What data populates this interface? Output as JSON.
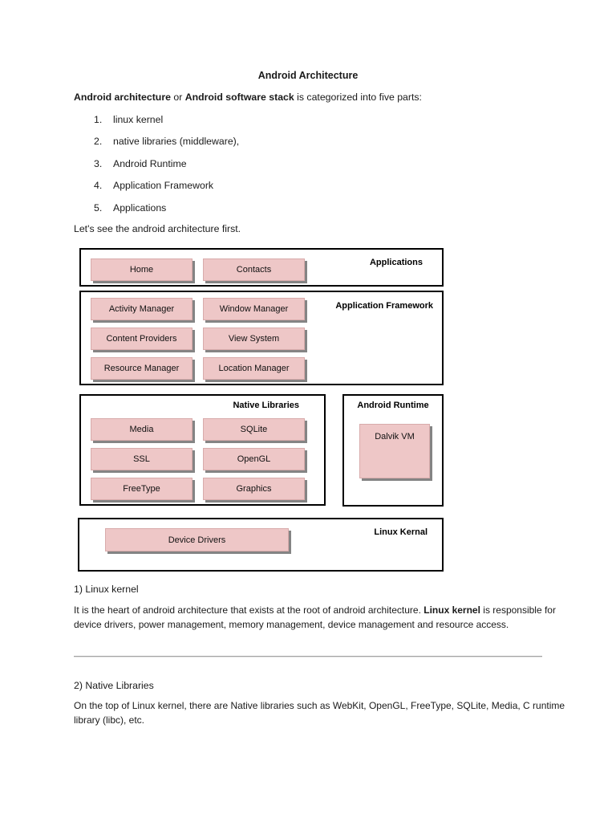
{
  "page": {
    "title": "Android Architecture"
  },
  "intro": {
    "bold1": "Android architecture",
    "sep": " or ",
    "bold2": "Android software stack",
    "rest": " is categorized into five parts:"
  },
  "list": {
    "items": [
      {
        "num": "1.",
        "label": "linux kernel"
      },
      {
        "num": "2.",
        "label": "native libraries (middleware),"
      },
      {
        "num": "3.",
        "label": "Android Runtime"
      },
      {
        "num": "4.",
        "label": "Application Framework"
      },
      {
        "num": "5.",
        "label": "Applications"
      }
    ]
  },
  "leadin": {
    "text": "Let's see the android architecture first."
  },
  "diagram": {
    "applications": {
      "label": "Applications",
      "buttons": [
        "Home",
        "Contacts"
      ]
    },
    "application_framework": {
      "label": "Application Framework",
      "buttons": [
        "Activity Manager",
        "Window Manager",
        "Content Providers",
        "View System",
        "Resource Manager",
        "Location Manager"
      ]
    },
    "native_libraries": {
      "label": "Native Libraries",
      "buttons": [
        "Media",
        "SQLite",
        "SSL",
        "OpenGL",
        "FreeType",
        "Graphics"
      ]
    },
    "android_runtime": {
      "label": "Android Runtime",
      "buttons": [
        "Dalvik VM"
      ]
    },
    "linux_kernel": {
      "label": "Linux Kernal",
      "buttons": [
        "Device Drivers"
      ]
    },
    "colors": {
      "block_fill": "#eec7c7",
      "block_shadow": "#6e6e6e",
      "box_border": "#000000"
    }
  },
  "section1": {
    "heading": "1) Linux kernel",
    "body_part1": "It is the heart of android architecture that exists at the root of android architecture. ",
    "body_bold": "Linux kernel",
    "body_part2": " is responsible for device drivers, power management, memory management, device management and resource access."
  },
  "section2": {
    "heading": "2) Native Libraries",
    "body": "On the top of Linux kernel, there are Native libraries such as WebKit, OpenGL, FreeType, SQLite, Media, C runtime library (libc), etc."
  }
}
